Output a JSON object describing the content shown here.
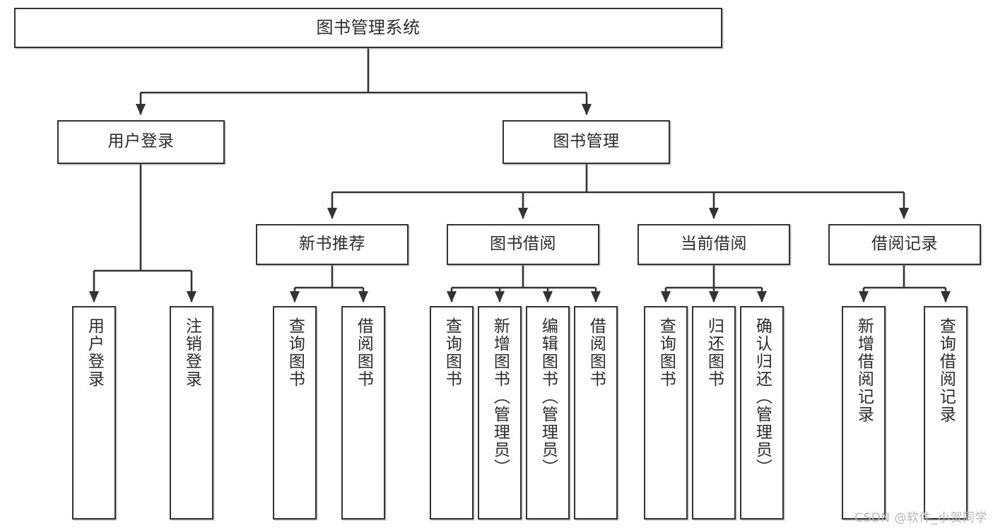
{
  "diagram": {
    "type": "tree",
    "title": "图书管理系统",
    "line_color": "#333333",
    "box_fill": "#ffffff",
    "text_color": "#2b2b2b",
    "nodes": {
      "root": {
        "label": "图书管理系统"
      },
      "level2": [
        {
          "label": "用户登录"
        },
        {
          "label": "图书管理"
        }
      ],
      "level3": [
        {
          "label": "新书推荐"
        },
        {
          "label": "图书借阅"
        },
        {
          "label": "当前借阅"
        },
        {
          "label": "借阅记录"
        }
      ],
      "leaves": {
        "user_login": [
          {
            "label": "用户登录"
          },
          {
            "label": "注销登录"
          }
        ],
        "new_book_recommend": [
          {
            "label": "查询图书"
          },
          {
            "label": "借阅图书"
          }
        ],
        "book_borrow": [
          {
            "label": "查询图书"
          },
          {
            "label": "新增图书（管理员）"
          },
          {
            "label": "编辑图书（管理员）"
          },
          {
            "label": "借阅图书"
          }
        ],
        "current_borrow": [
          {
            "label": "查询图书"
          },
          {
            "label": "归还图书"
          },
          {
            "label": "确认归还（管理员）"
          }
        ],
        "borrow_records": [
          {
            "label": "新增借阅记录"
          },
          {
            "label": "查询借阅记录"
          }
        ]
      }
    }
  },
  "watermark": {
    "text": "CSDN @软件_小贺同学"
  }
}
